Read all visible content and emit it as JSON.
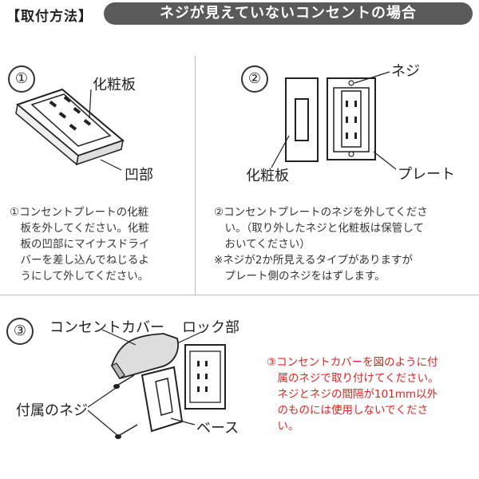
{
  "header": {
    "tag": "【取付方法】",
    "title": "ネジが見えていないコンセントの場合"
  },
  "step1": {
    "num": "①",
    "label_plate": "化粧板",
    "label_notch": "凹部",
    "text": "①コンセントプレートの化粧\n　板を外してください。化粧\n　板の凹部にマイナスドライ\n　バーを差し込んでねじるよ\n　うにして外してください。"
  },
  "step2": {
    "num": "②",
    "label_screw": "ネジ",
    "label_plate": "化粧板",
    "label_base": "プレート",
    "text": "②コンセントプレートのネジを外してくださ\n　い。（取り外したネジと化粧板は保管して\n　おいてください）\n※ネジが2か所見えるタイプがありますが\n　プレート側のネジをはずします。"
  },
  "step3": {
    "num": "③",
    "label_cover": "コンセントカバー",
    "label_lock": "ロック部",
    "label_screw": "付属のネジ",
    "label_base": "ベース",
    "text": "③コンセントカバーを図のように付\n　属のネジで取り付けてください。\n　ネジとネジの間隔が101mm以外\n　のものには使用しないでくださ\n　い。"
  }
}
